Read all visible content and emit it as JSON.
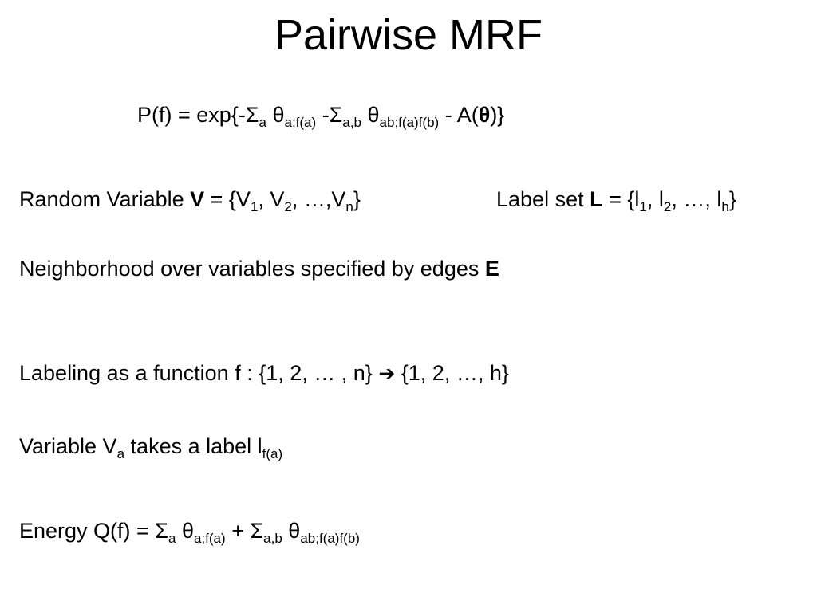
{
  "title": "Pairwise MRF",
  "prob": {
    "lhs": "P(f) = exp{-Σ",
    "s1": "a",
    "t1": " θ",
    "s2": "a;f(a)",
    "t2": " -Σ",
    "s3": "a,b",
    "t3": " θ",
    "s4": "ab;f(a)f(b)",
    "t4": " - A(",
    "theta_bold": "θ",
    "t5": ")}"
  },
  "vars": {
    "prefix": "Random Variable ",
    "bold": "V",
    "t1": " = {V",
    "s1": "1",
    "t2": ", V",
    "s2": "2",
    "t3": ", …,V",
    "s3": "n",
    "t4": "}"
  },
  "labels": {
    "prefix": "Label set ",
    "bold": "L",
    "t1": " = {l",
    "s1": "1",
    "t2": ", l",
    "s2": "2",
    "t3": ", …, l",
    "s3": "h",
    "t4": "}"
  },
  "neigh": {
    "text": "Neighborhood over variables specified by edges ",
    "bold": "E"
  },
  "labeling": {
    "text": "Labeling as a function f : {1, 2, … , n} ",
    "arrow": "➔",
    "rest": " {1, 2, …, h}"
  },
  "variable": {
    "t1": "Variable V",
    "s1": "a",
    "t2": " takes a label l",
    "s2": "f(a)"
  },
  "energy": {
    "t1": "Energy Q(f) = Σ",
    "s1": "a",
    "t2": " θ",
    "s2": "a;f(a)",
    "t3": " + Σ",
    "s3": "a,b",
    "t4": " θ",
    "s4": "ab;f(a)f(b)"
  }
}
